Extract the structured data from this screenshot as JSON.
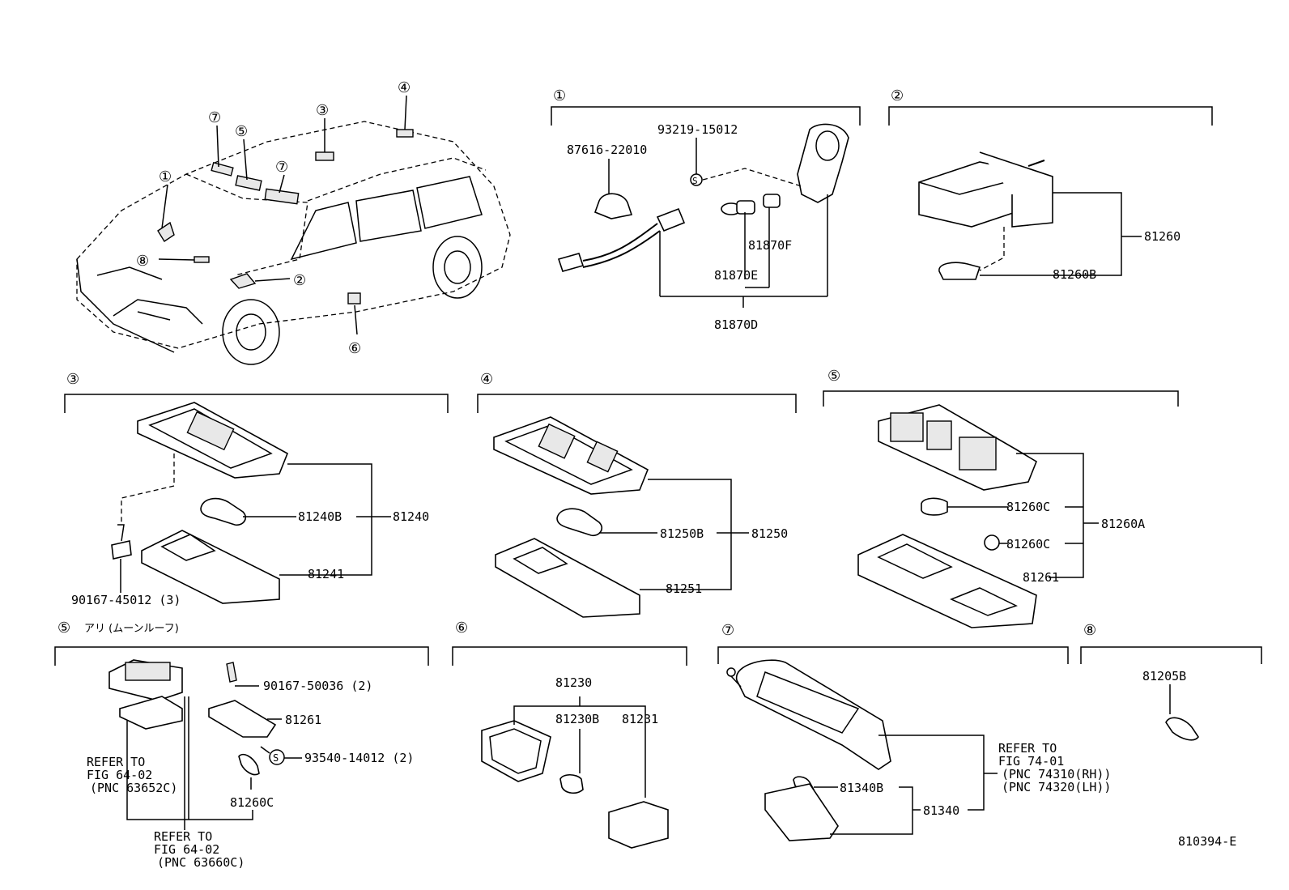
{
  "diagram_id": "810394-E",
  "car": {
    "callouts": [
      "①",
      "②",
      "③",
      "④",
      "⑤",
      "⑥",
      "⑦",
      "⑦",
      "⑧"
    ]
  },
  "sections": {
    "s1": {
      "tag": "①",
      "parts": [
        "93219-15012",
        "87616-22010",
        "81870F",
        "81870E",
        "81870D"
      ]
    },
    "s2": {
      "tag": "②",
      "parts": [
        "81260",
        "81260B"
      ]
    },
    "s3": {
      "tag": "③",
      "parts": [
        "81240B",
        "81240",
        "81241",
        "90167-45012 (3)"
      ]
    },
    "s4": {
      "tag": "④",
      "parts": [
        "81250B",
        "81250",
        "81251"
      ]
    },
    "s5": {
      "tag": "⑤",
      "parts": [
        "81260C",
        "81260A",
        "81260C",
        "81261"
      ]
    },
    "s5b": {
      "tag": "⑤",
      "title": "アリ (ムーンルーフ)",
      "parts": [
        "90167-50036 (2)",
        "81261",
        "93540-14012 (2)",
        "81260C"
      ],
      "refer1": [
        "REFER TO",
        "FIG 64-02",
        "(PNC 63652C)"
      ],
      "refer2": [
        "REFER TO",
        "FIG 64-02",
        "(PNC 63660C)"
      ],
      "s_mark": "S"
    },
    "s6": {
      "tag": "⑥",
      "parts": [
        "81230",
        "81230B",
        "81231"
      ]
    },
    "s7": {
      "tag": "⑦",
      "parts": [
        "81340B",
        "81340"
      ],
      "refer": [
        "REFER TO",
        "FIG 74-01",
        "(PNC 74310(RH))",
        "(PNC 74320(LH))"
      ]
    },
    "s8": {
      "tag": "⑧",
      "parts": [
        "81205B"
      ]
    }
  }
}
